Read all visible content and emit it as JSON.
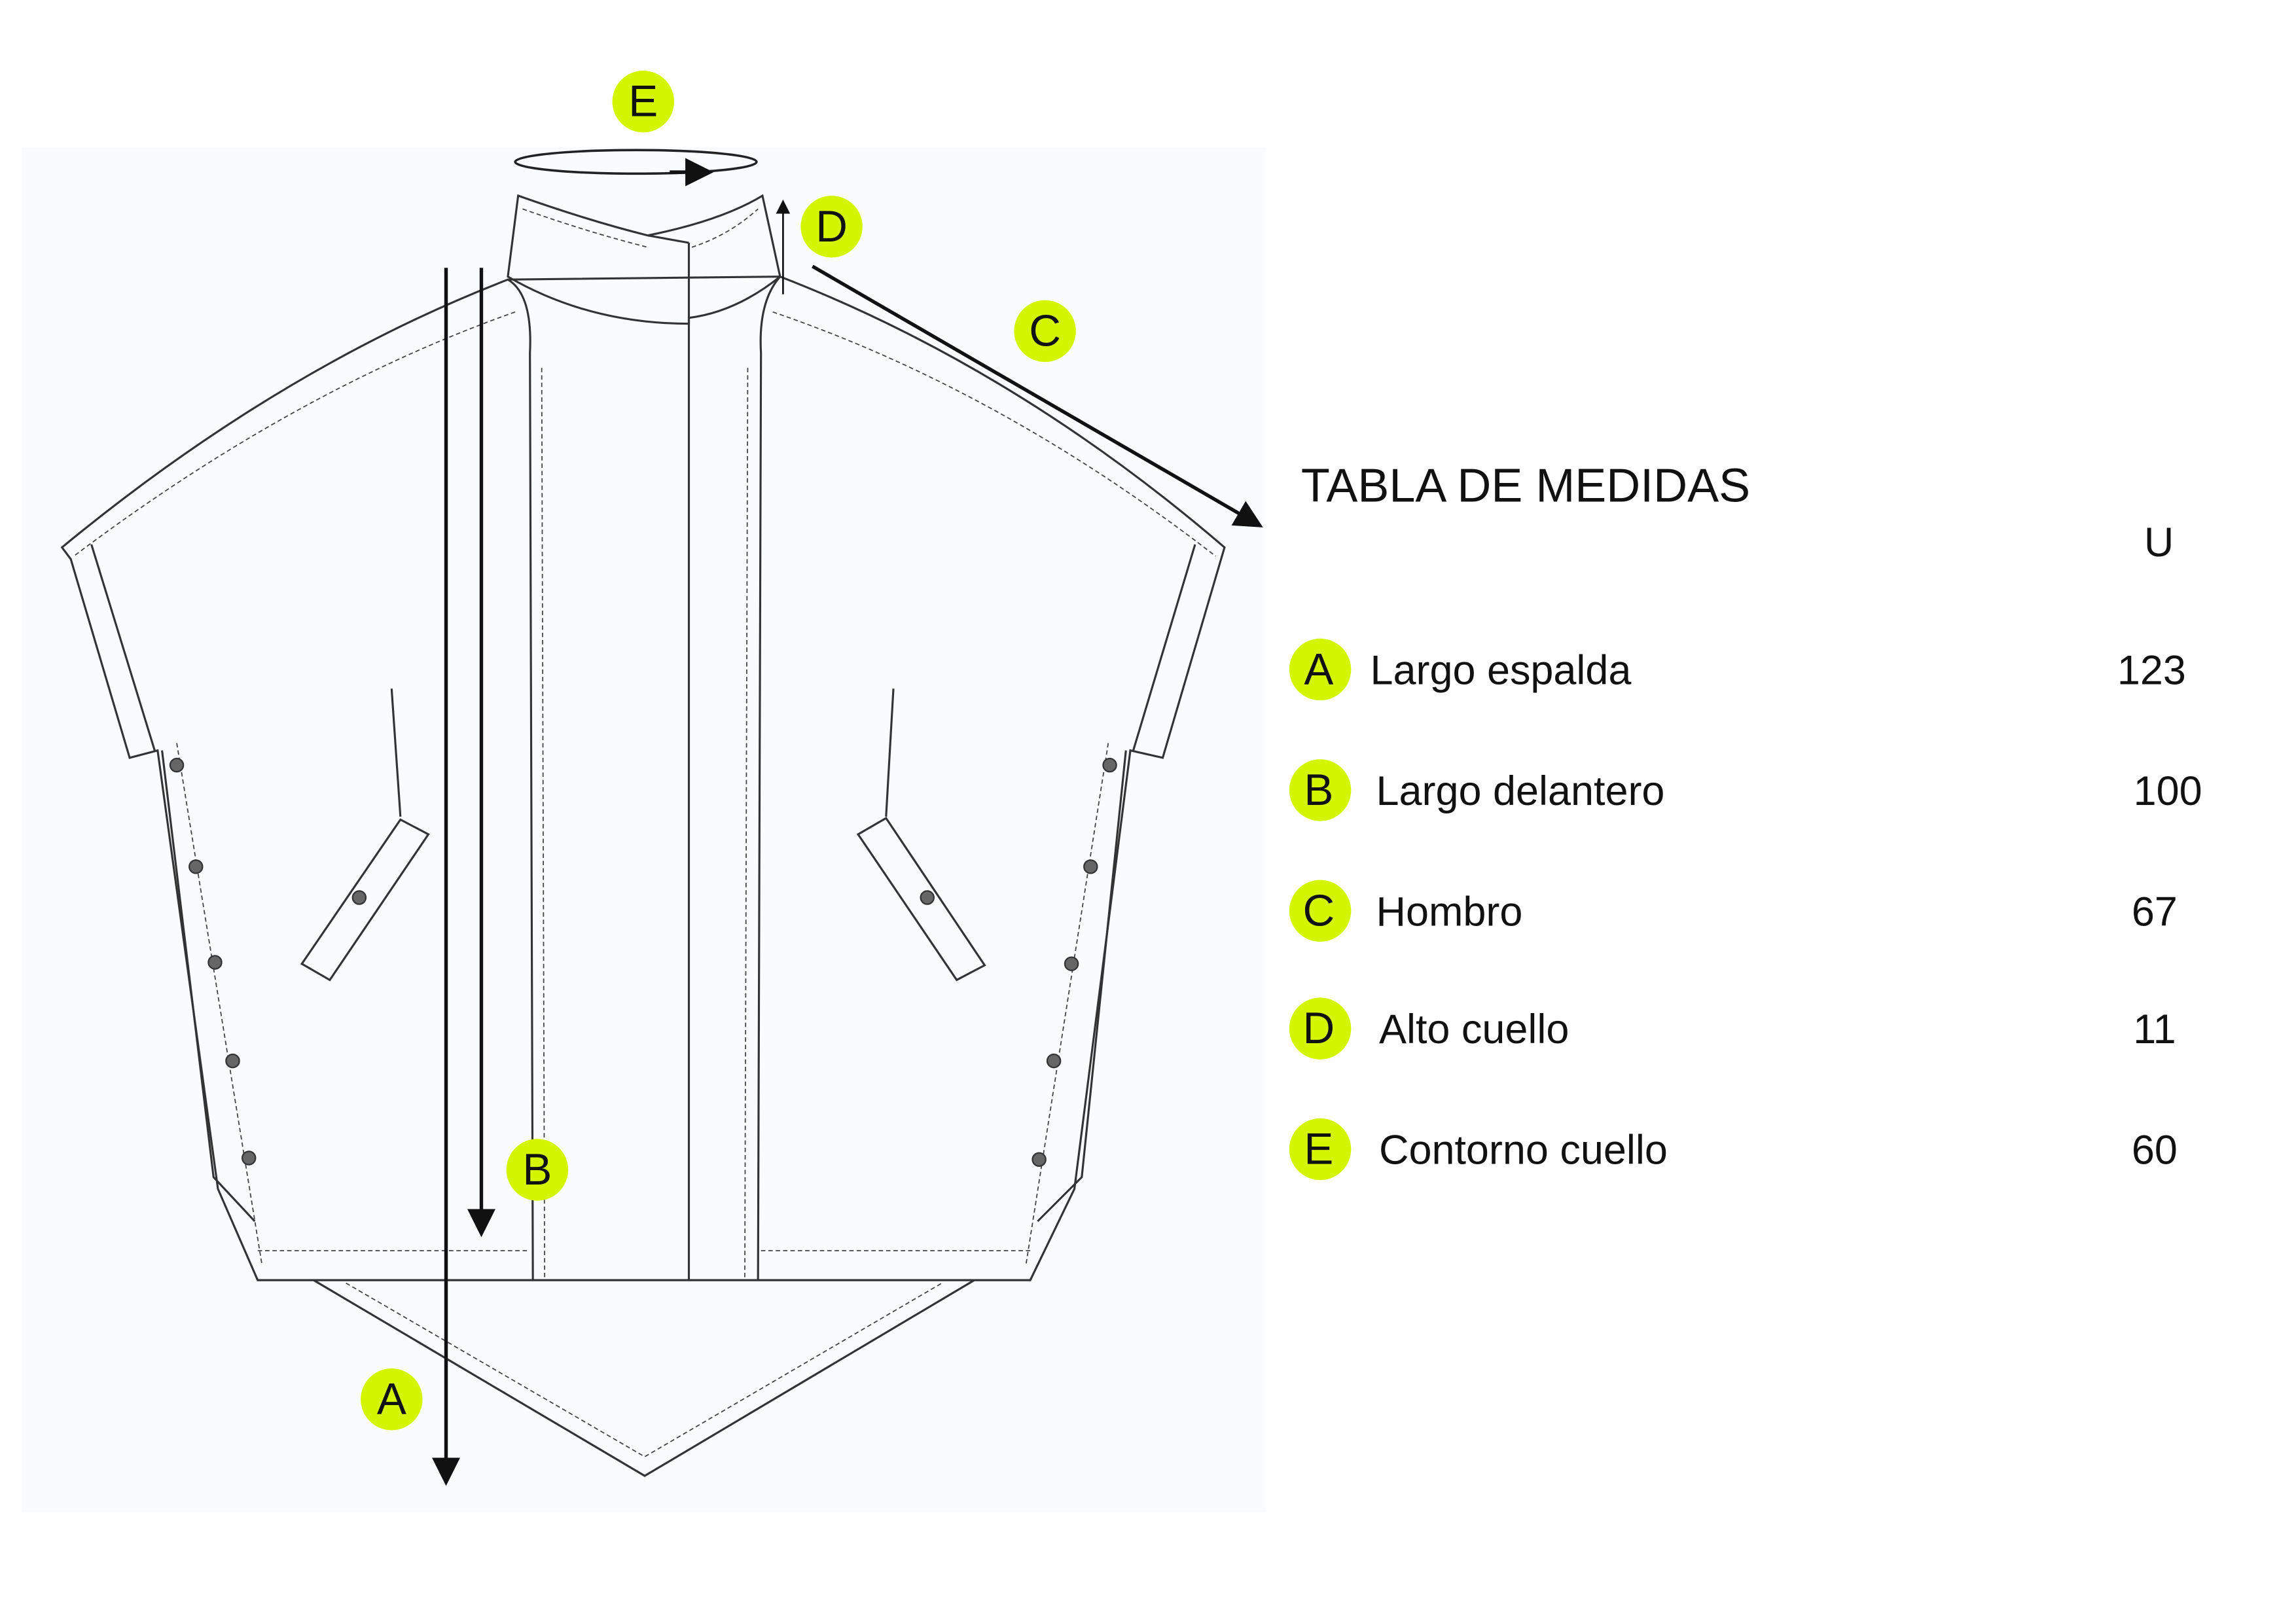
{
  "diagram": {
    "labels": {
      "A": "A",
      "B": "B",
      "C": "C",
      "D": "D",
      "E": "E"
    },
    "accent_color": "#d4f500"
  },
  "table": {
    "title": "TABLA DE MEDIDAS",
    "unit_header": "U",
    "rows": [
      {
        "key": "A",
        "label": "Largo espalda",
        "value": "123"
      },
      {
        "key": "B",
        "label": "Largo delantero",
        "value": "100"
      },
      {
        "key": "C",
        "label": "Hombro",
        "value": "67"
      },
      {
        "key": "D",
        "label": "Alto cuello",
        "value": "11"
      },
      {
        "key": "E",
        "label": "Contorno cuello",
        "value": "60"
      }
    ]
  }
}
